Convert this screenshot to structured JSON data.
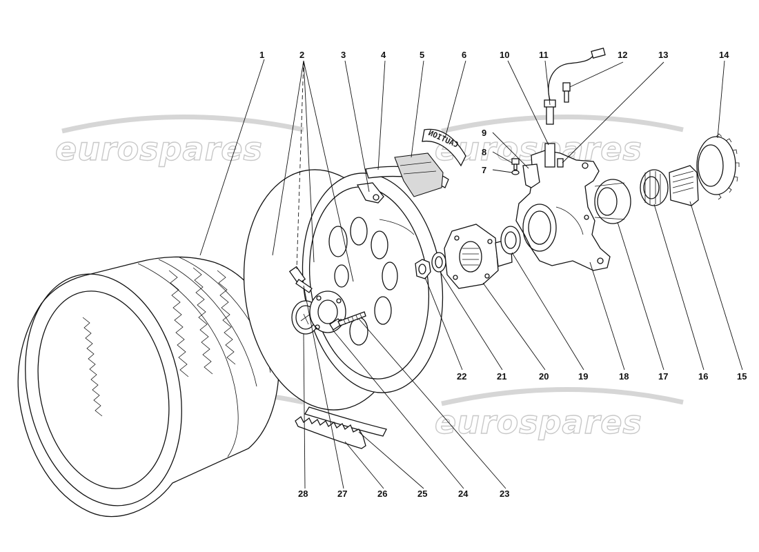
{
  "watermark": {
    "text": "eurospares"
  },
  "decal": {
    "text": "CAUTION"
  },
  "callouts": [
    "1",
    "2",
    "3",
    "4",
    "5",
    "6",
    "7",
    "8",
    "9",
    "10",
    "11",
    "12",
    "13",
    "14",
    "15",
    "16",
    "17",
    "18",
    "19",
    "20",
    "21",
    "22",
    "23",
    "24",
    "25",
    "26",
    "27",
    "28"
  ]
}
